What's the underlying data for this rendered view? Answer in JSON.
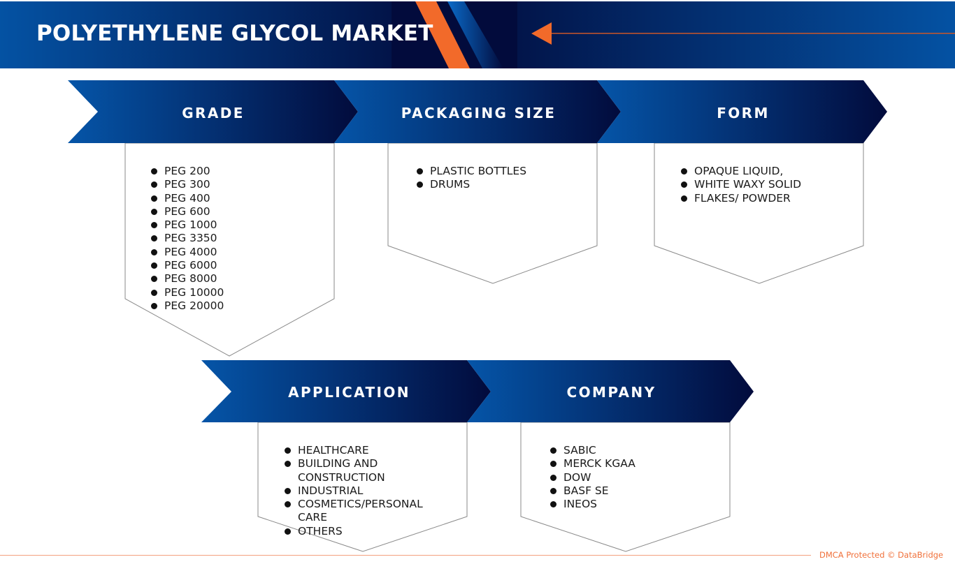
{
  "header": {
    "title": "POLYETHYLENE GLYCOL MARKET",
    "colors": {
      "dark_navy": "#020b3c",
      "blue": "#0452a3",
      "accent_orange": "#f26a2a"
    },
    "arrow_icon": "left-arrow"
  },
  "segments": [
    {
      "label": "GRADE",
      "items": [
        "PEG 200",
        "PEG 300",
        "PEG 400",
        "PEG 600",
        "PEG 1000",
        "PEG 3350",
        "PEG 4000",
        "PEG 6000",
        "PEG 8000",
        "PEG 10000",
        "PEG 20000"
      ]
    },
    {
      "label": "PACKAGING SIZE",
      "items": [
        "PLASTIC BOTTLES",
        "DRUMS"
      ]
    },
    {
      "label": "FORM",
      "items": [
        "OPAQUE LIQUID,",
        "WHITE WAXY SOLID",
        "FLAKES/ POWDER"
      ]
    },
    {
      "label": "APPLICATION",
      "items": [
        "HEALTHCARE",
        "BUILDING AND CONSTRUCTION",
        "INDUSTRIAL",
        "COSMETICS/PERSONAL CARE",
        "OTHERS"
      ]
    },
    {
      "label": "COMPANY",
      "items": [
        "SABIC",
        "MERCK KGAA",
        "DOW",
        "BASF SE",
        "INEOS"
      ]
    }
  ],
  "footer": {
    "text": "DMCA Protected © DataBridge"
  }
}
